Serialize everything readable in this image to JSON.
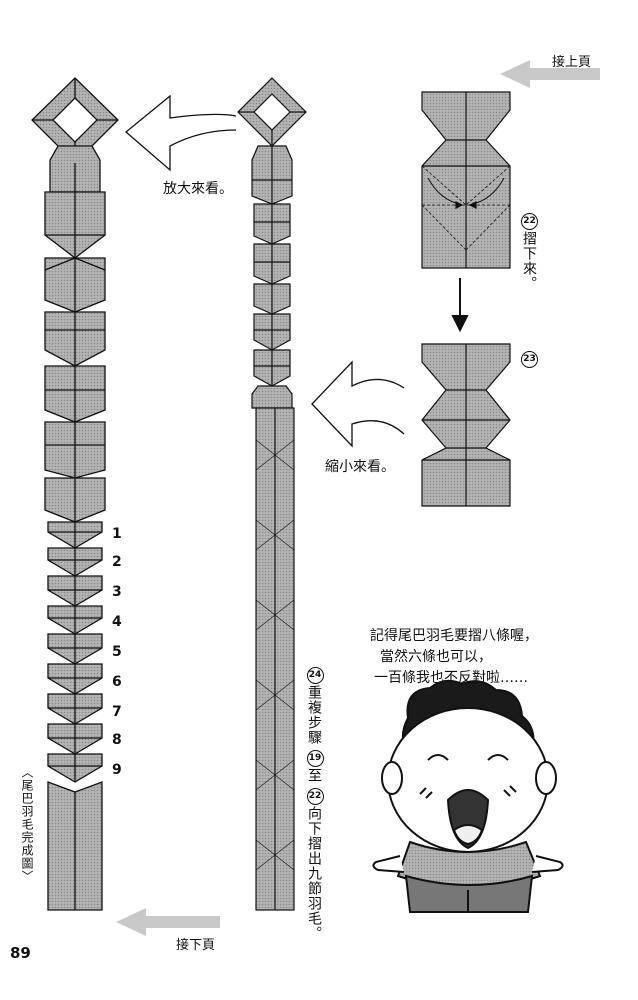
{
  "nav": {
    "prev_page_label": "接上頁",
    "next_page_label": "接下頁"
  },
  "page_number": "89",
  "captions": {
    "enlarge": "放大來看。",
    "shrink": "縮小來看。",
    "step22_num": "22",
    "step22_text": "摺下來。",
    "step23_num": "23",
    "step24_num": "24",
    "step24_text_a": "重複步驟",
    "step24_ref_a": "19",
    "step24_text_b": "至",
    "step24_ref_b": "22",
    "step24_text_c": "向下摺出九節羽毛。",
    "completed": "〈尾巴羽毛完成圖〉"
  },
  "feather_numbers": [
    "1",
    "2",
    "3",
    "4",
    "5",
    "6",
    "7",
    "8",
    "9"
  ],
  "speech_bubble": {
    "line1": "記得尾巴羽毛要摺八條喔，",
    "line2": "當然六條也可以，",
    "line3": "一百條我也不反對啦……"
  },
  "colors": {
    "paper_gray": "#a9a9a9",
    "line": "#111111",
    "arrow_gray": "#c4c4c4"
  }
}
